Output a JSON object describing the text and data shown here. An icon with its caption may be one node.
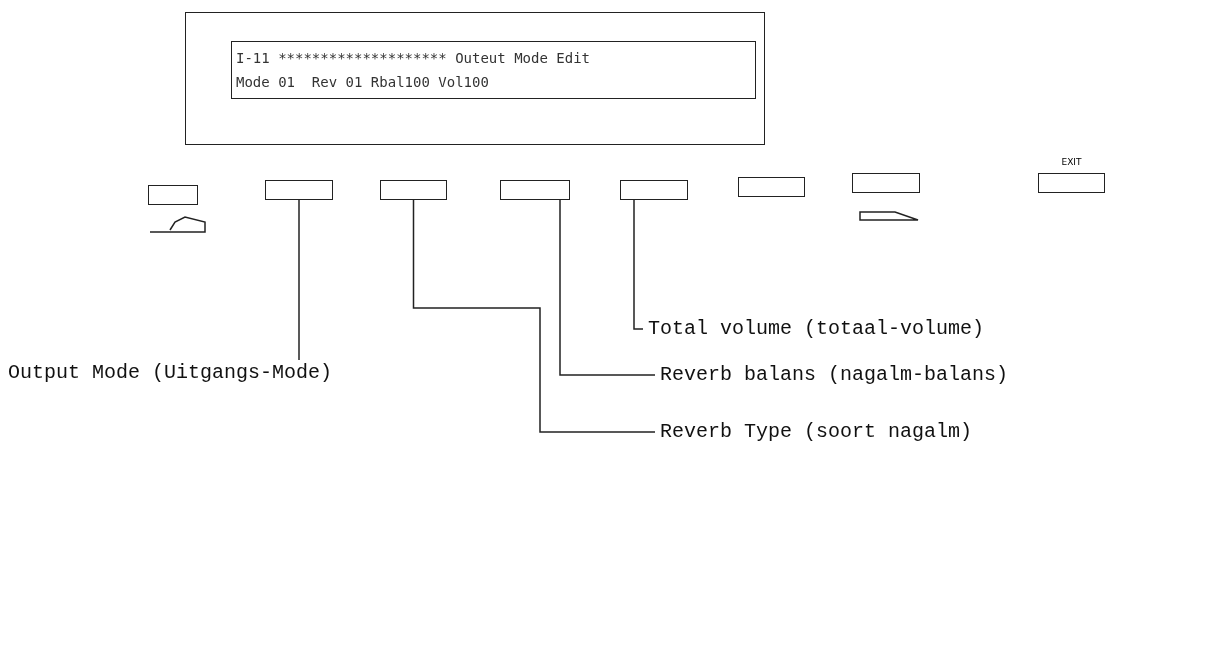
{
  "diagram": {
    "nodes": [
      {
        "text": [],
        "shape": "box"
      },
      {
        "text": [
          "I-11 ******************** Outeut Mode Edit",
          "Mode 01  Rev 01 Rbal100 Vol100"
        ],
        "in": 0
      },
      {
        "text": [],
        "shape": "box"
      },
      {
        "text": [],
        "shape": "box"
      },
      {
        "text": [],
        "shape": "box"
      },
      {
        "text": [],
        "shape": "box"
      },
      {
        "text": [],
        "shape": "box"
      },
      {
        "text": [],
        "shape": "box"
      },
      {
        "text": [],
        "shape": "box"
      },
      {
        "text": [
          "EXIT"
        ]
      },
      {
        "text": [
          "Output Mode (Uitgangs-Mode)"
        ]
      },
      {
        "text": [
          "Total volume (totaal-volume)"
        ]
      },
      {
        "text": [
          "Reverb balans (nagalm-balans)"
        ]
      },
      {
        "text": [
          "Reverb Type (soort nagalm)"
        ]
      }
    ],
    "edges": [
      {
        "from": 10,
        "to": 3,
        "arrow": "none"
      },
      {
        "from": 11,
        "to": 6,
        "arrow": "none"
      },
      {
        "from": 12,
        "to": 5,
        "arrow": "none"
      },
      {
        "from": 13,
        "to": 4,
        "arrow": "none"
      }
    ]
  }
}
